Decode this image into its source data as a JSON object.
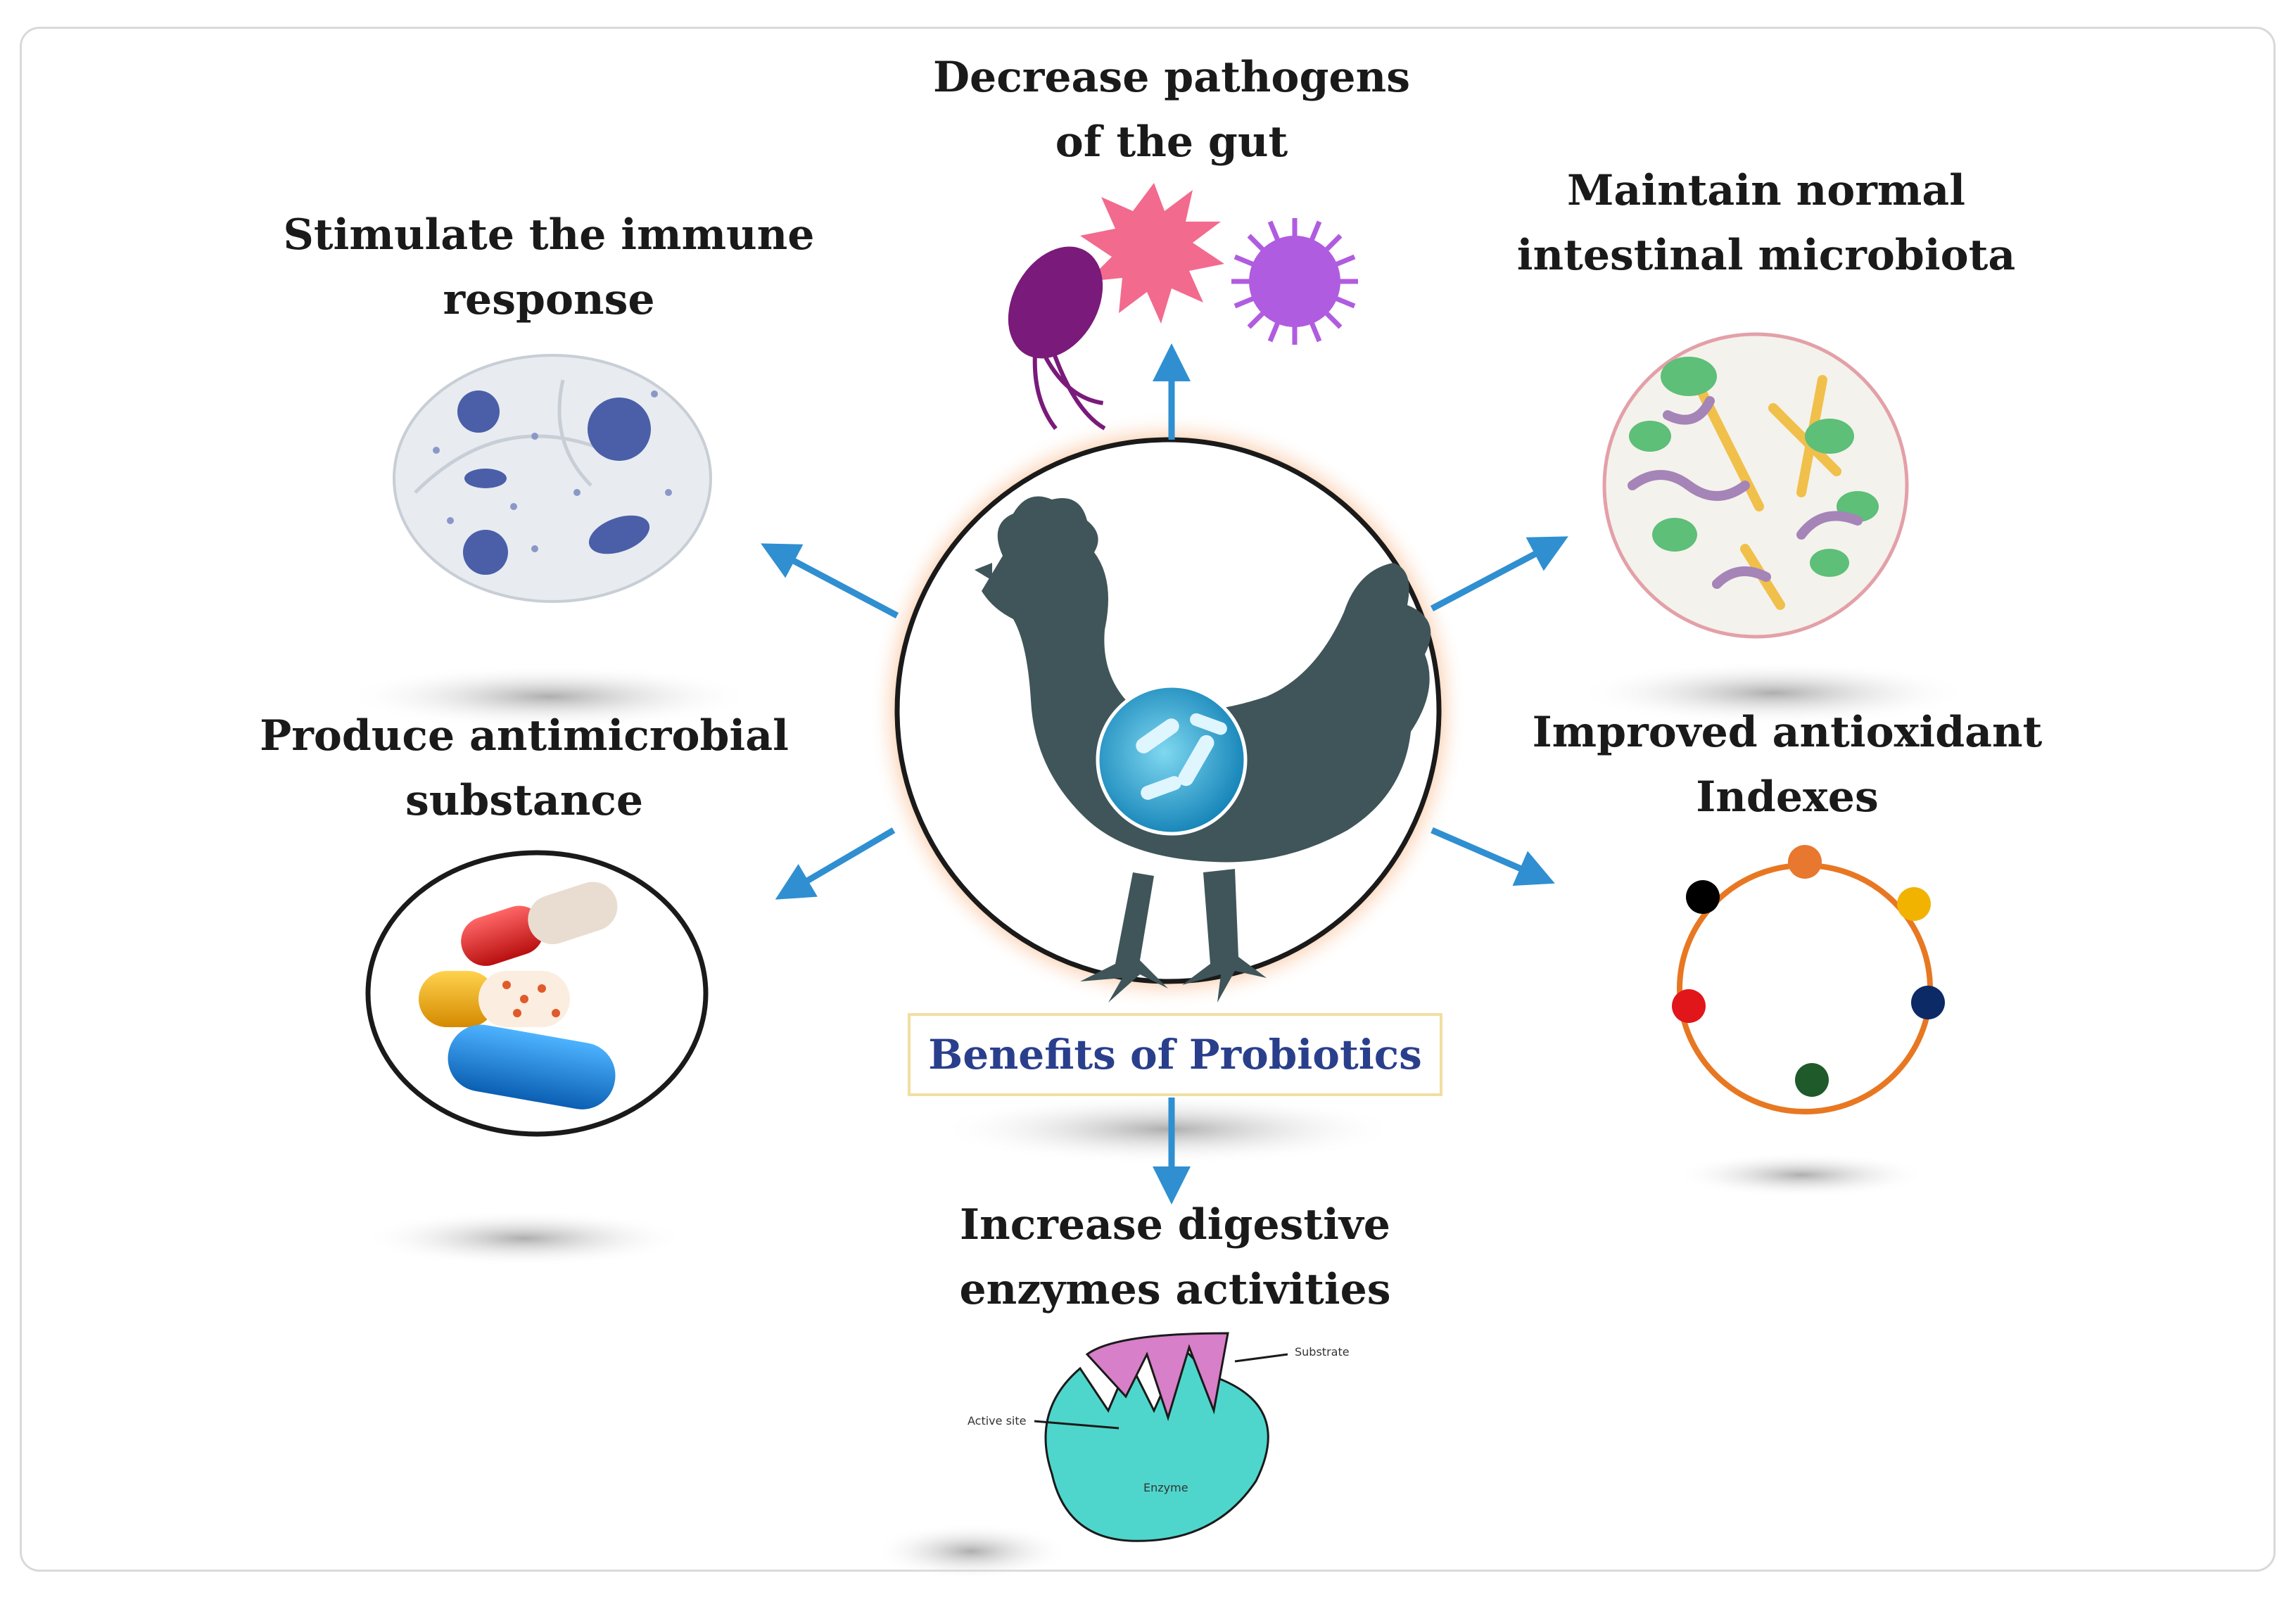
{
  "diagram": {
    "center_label": "Benefits of Probiotics",
    "benefits": [
      {
        "id": "pathogens",
        "lines": [
          "Decrease pathogens",
          "of the gut"
        ]
      },
      {
        "id": "microbiota",
        "lines": [
          "Maintain normal",
          "intestinal microbiota"
        ]
      },
      {
        "id": "antioxidant",
        "lines": [
          "Improved antioxidant",
          "Indexes"
        ]
      },
      {
        "id": "enzymes",
        "lines": [
          "Increase digestive",
          "enzymes activities"
        ]
      },
      {
        "id": "antimicrobial",
        "lines": [
          "Produce antimicrobial",
          "substance"
        ]
      },
      {
        "id": "immune",
        "lines": [
          "Stimulate the immune",
          "response"
        ]
      }
    ],
    "enzyme_labels": {
      "substrate": "Substrate",
      "active_site": "Active site",
      "enzyme": "Enzyme"
    }
  },
  "colors": {
    "arrow": "#2f8fd1",
    "center_glow": "#f7a56a",
    "chicken": "#3f5559",
    "label_box_border": "#f2dfa0",
    "center_label_text": "#2a3f8c",
    "enzyme": "#4fd6cc",
    "substrate": "#d77fc8",
    "antioxidant_ring": "#e87722",
    "antioxidant_dots": [
      "#e8772f",
      "#f2b300",
      "#0b2a66",
      "#1f5a2a",
      "#e0161b",
      "#000000"
    ]
  },
  "icons": [
    "chicken-icon",
    "bacteria-icon",
    "microbe-cluster-icon",
    "immune-cells-icon",
    "microbiota-icon",
    "capsules-icon",
    "antioxidant-ring-icon",
    "enzyme-substrate-icon",
    "arrow-icon"
  ]
}
